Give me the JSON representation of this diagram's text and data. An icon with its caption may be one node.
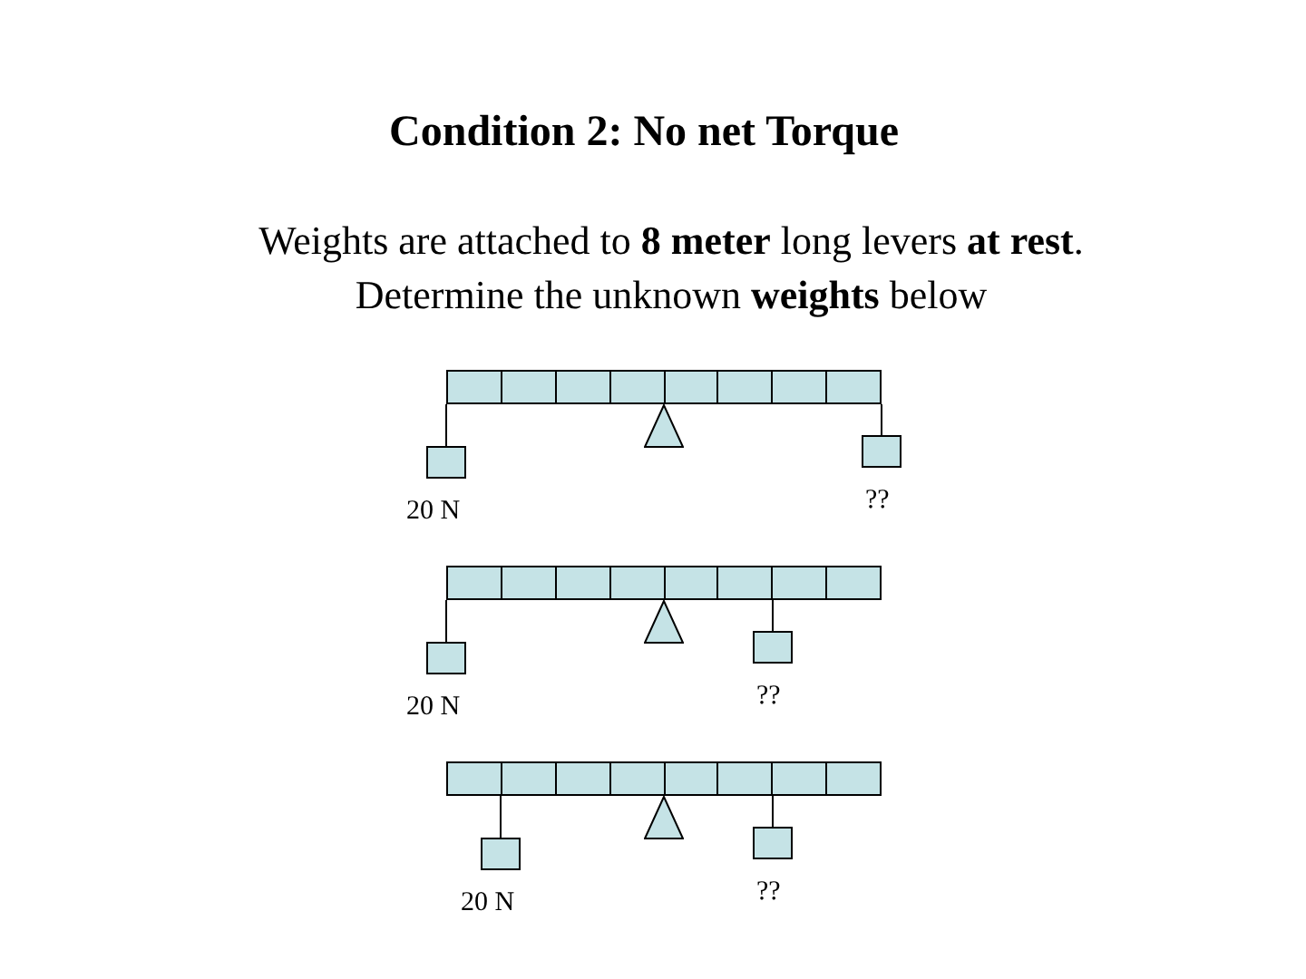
{
  "diagram": {
    "title": "Condition 2: No net Torque",
    "nodes": [
      {
        "text": [],
        "shape": "bar"
      },
      {
        "text": [],
        "shape": "triangle"
      },
      {
        "text": [],
        "shape": "box",
        "beside": [
          "20 N"
        ]
      },
      {
        "text": [],
        "shape": "box",
        "beside": [
          "??"
        ]
      },
      {
        "text": [],
        "shape": "bar"
      },
      {
        "text": [],
        "shape": "triangle"
      },
      {
        "text": [],
        "shape": "box",
        "beside": [
          "20 N"
        ]
      },
      {
        "text": [],
        "shape": "box",
        "beside": [
          "??"
        ]
      },
      {
        "text": [],
        "shape": "bar"
      },
      {
        "text": [],
        "shape": "triangle"
      },
      {
        "text": [],
        "shape": "box",
        "beside": [
          "20 N"
        ]
      },
      {
        "text": [],
        "shape": "box",
        "beside": [
          "??"
        ]
      }
    ],
    "edges": [
      {
        "from": 0,
        "to": 2,
        "arrow": "none"
      },
      {
        "from": 0,
        "to": 3,
        "arrow": "none"
      },
      {
        "from": 4,
        "to": 6,
        "arrow": "none"
      },
      {
        "from": 4,
        "to": 7,
        "arrow": "none"
      },
      {
        "from": 8,
        "to": 10,
        "arrow": "none"
      },
      {
        "from": 8,
        "to": 11,
        "arrow": "none"
      }
    ],
    "labels": [
      "Weights are attached to **8 meter** long levers **at rest**. Determine the unknown **weights** below"
    ]
  }
}
